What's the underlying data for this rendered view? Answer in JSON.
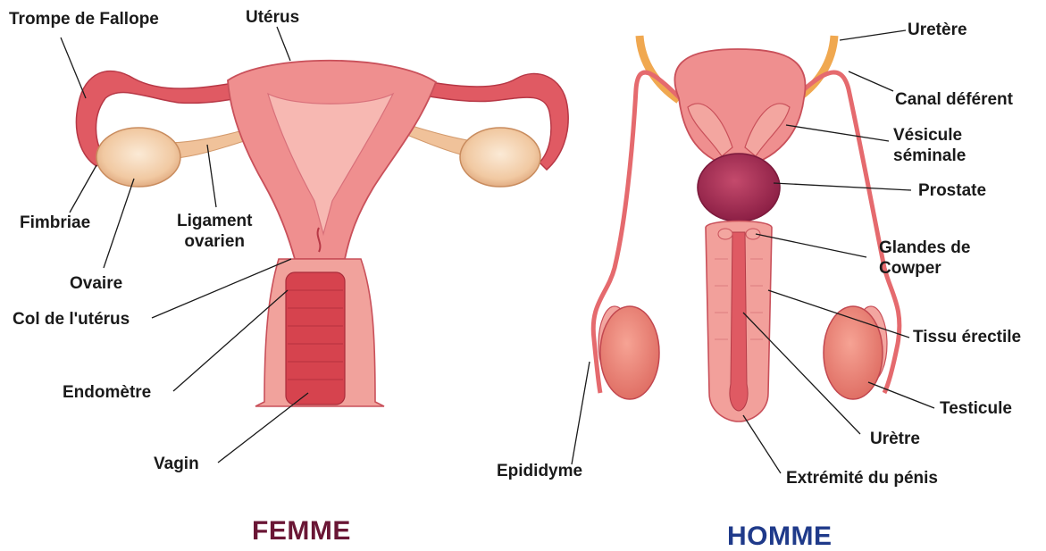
{
  "female": {
    "title": "FEMME",
    "labels": {
      "trompe": "Trompe de Fallope",
      "uterus": "Utérus",
      "fimbriae": "Fimbriae",
      "ligament": "Ligament\novarien",
      "ovaire": "Ovaire",
      "col": "Col de l'utérus",
      "endometre": "Endomètre",
      "vagin": "Vagin"
    }
  },
  "male": {
    "title": "HOMME",
    "labels": {
      "uretere": "Uretère",
      "canal": "Canal déférent",
      "vesicule": "Vésicule\nséminale",
      "prostate": "Prostate",
      "cowper": "Glandes de\nCowper",
      "tissu": "Tissu érectile",
      "testicule": "Testicule",
      "uretre": "Urètre",
      "extremite": "Extrémité du pénis",
      "epididyme": "Epididyme"
    }
  },
  "colors": {
    "tissue": "#e8757a",
    "tissue_light": "#f4a8a4",
    "tissue_dark": "#c83c48",
    "ovary": "#f3d0ad",
    "prostate": "#a32c52",
    "ureter": "#f0a850",
    "title_female": "#6a1635",
    "title_male": "#1f3a8a"
  }
}
